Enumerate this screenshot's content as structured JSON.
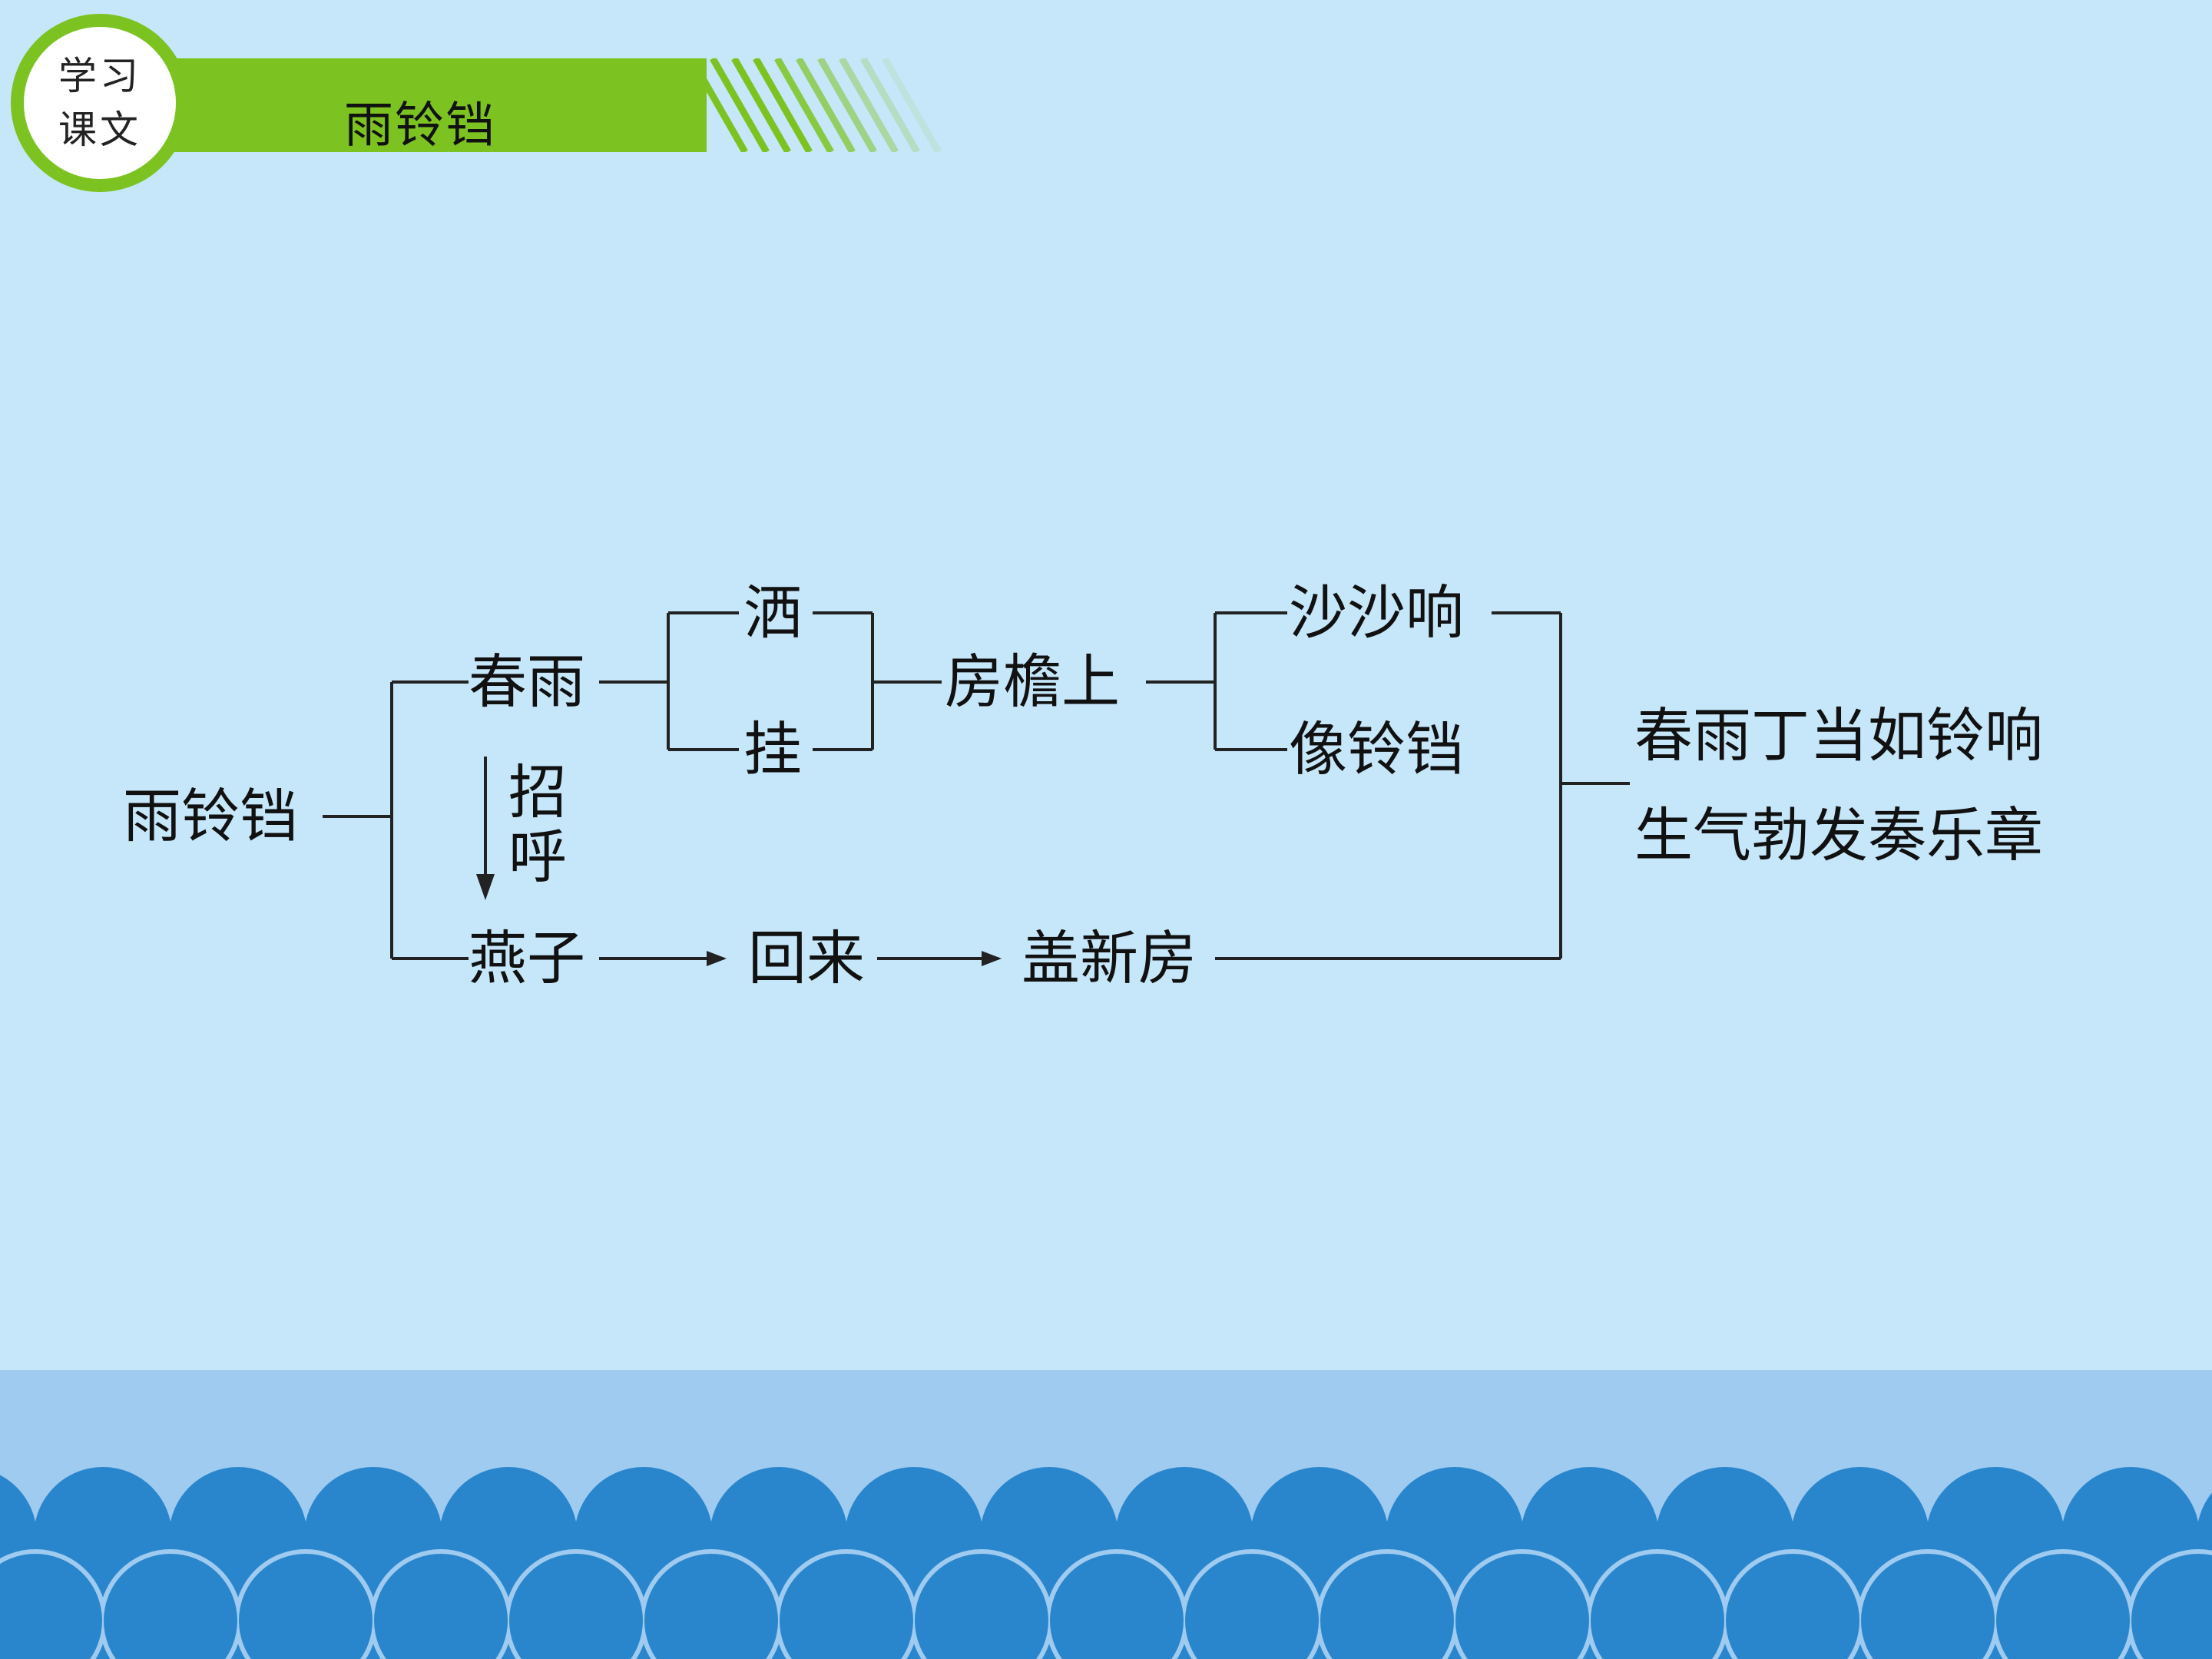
{
  "header": {
    "badge_line1": "学习",
    "badge_line2": "课文",
    "title": "雨铃铛"
  },
  "diagram": {
    "root": "雨铃铛",
    "spring_rain": "春雨",
    "sprinkle": "洒",
    "hang": "挂",
    "eaves": "房檐上",
    "rustle": "沙沙响",
    "like_bells": "像铃铛",
    "greet": "招呼",
    "swallow": "燕子",
    "return": "回来",
    "build_house": "盖新房",
    "summary_line1": "春雨丁当如铃响",
    "summary_line2": "生气勃发奏乐章"
  },
  "colors": {
    "background": "#c6e7fa",
    "accent_green": "#7cc321",
    "wave_blue": "#2a86cc",
    "sea_light": "#9fcbf0"
  }
}
